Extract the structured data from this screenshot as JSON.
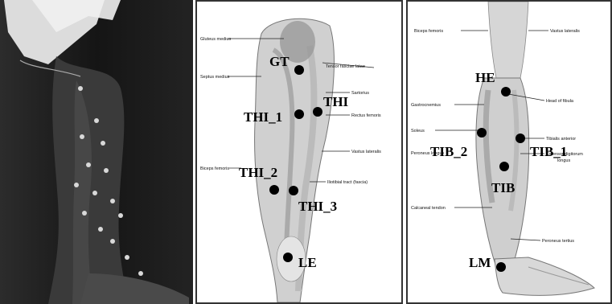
{
  "panels": {
    "photo": {
      "colors": {
        "background": "#1b1b1b",
        "tape": "#e8e8e8"
      }
    },
    "thigh": {
      "muscle_labels": {
        "biceps_medius": "Gluteus medius",
        "septus_medius": "Septus medius",
        "biceps_femoris": "Biceps femoris",
        "tensor": "Tensor fasciae latae",
        "sartorius": "Sartorius",
        "rectus": "Rectus femoris",
        "vastus": "Vastus lateralis",
        "iliotibial": "Iliotibial tract (fascia)"
      },
      "markers": {
        "gt": "GT",
        "thi": "THI",
        "thi1": "THI_1",
        "thi2": "THI_2",
        "thi3": "THI_3",
        "le": "LE"
      }
    },
    "shank": {
      "muscle_labels": {
        "biceps_femoris": "Biceps femoris",
        "vastus_lateralis": "Vastus lateralis",
        "head_of_fibula": "Head of fibula",
        "gastrocnemius": "Gastrocnemius",
        "soleus": "Soleus",
        "tibialis": "Tibialis anterior",
        "peroneus_longus": "Peroneus longus",
        "extensor": "Extensor digitorum",
        "longus": "longus",
        "calcaneal": "Calcaneal tendon",
        "peroneus_tertius": "Peroneus tertius"
      },
      "markers": {
        "he": "HE",
        "tib2": "TIB_2",
        "tib1": "TIB_1",
        "tib": "TIB",
        "lm": "LM"
      }
    }
  }
}
